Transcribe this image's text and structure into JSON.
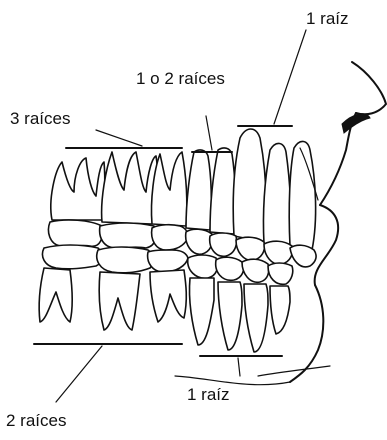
{
  "labels": {
    "upper_molars": "3 raíces",
    "upper_premolars": "1 o 2 raíces",
    "upper_anterior": "1 raíz",
    "lower_anterior": "1 raíz",
    "lower_molars": "2 raíces"
  }
}
